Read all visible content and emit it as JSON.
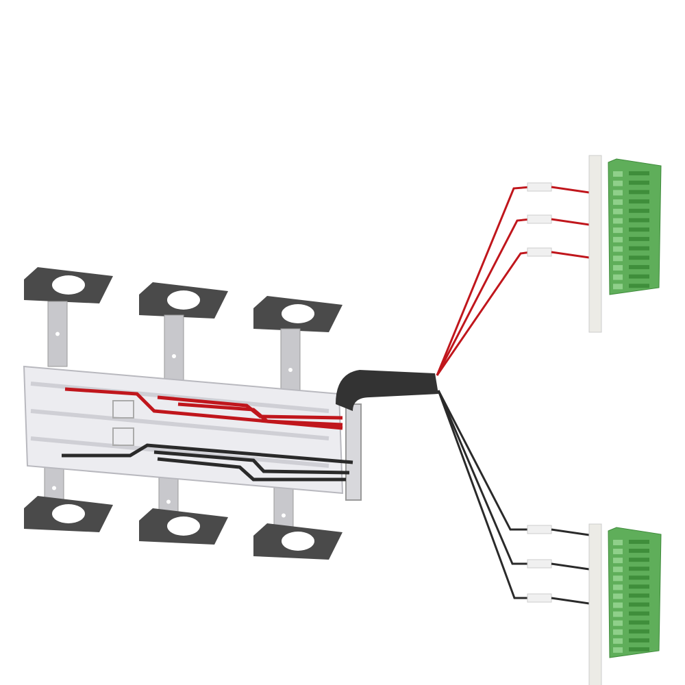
{
  "colors": {
    "background": "#ffffff",
    "plate": "#4a4a4a",
    "strap": "#c8c8cc",
    "tray": "#e6e6ea",
    "wire_red": "#c0161c",
    "wire_black": "#2a2a2a",
    "bundle": "#333333",
    "connector_green": "#5fae5a",
    "rail": "#ecebe6"
  },
  "icons": {
    "red_wire_count": 3,
    "black_wire_count": 3,
    "connector_count": 2
  }
}
